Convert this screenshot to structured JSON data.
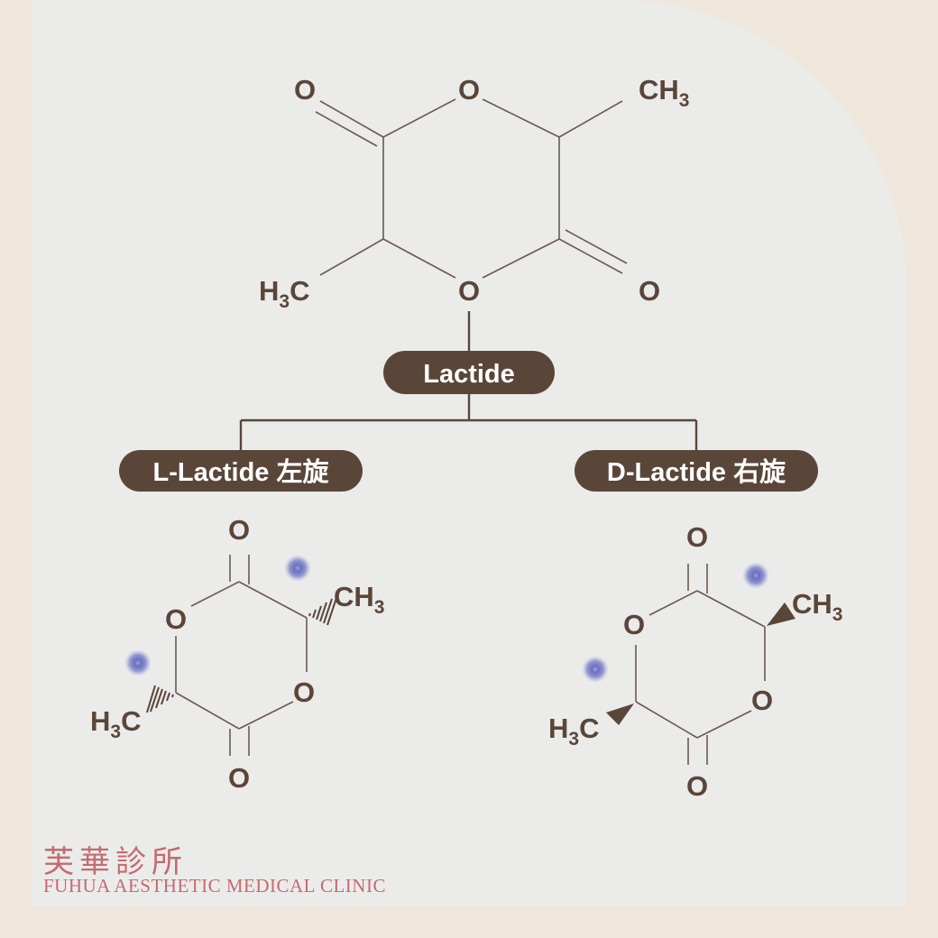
{
  "molecule": {
    "oxygen": "O",
    "ch": "CH",
    "hc_h": "H",
    "hc_c": "C",
    "sub3": "3"
  },
  "labels": {
    "root": "Lactide",
    "left": "L-Lactide 左旋",
    "right": "D-Lactide 右旋"
  },
  "colors": {
    "brown": "#5a4639",
    "dot": "#6b70c0",
    "logo": "#c46b6f"
  },
  "logo": {
    "chinese": "芙華診所",
    "english": "FUHUA AESTHETIC MEDICAL CLINIC"
  }
}
